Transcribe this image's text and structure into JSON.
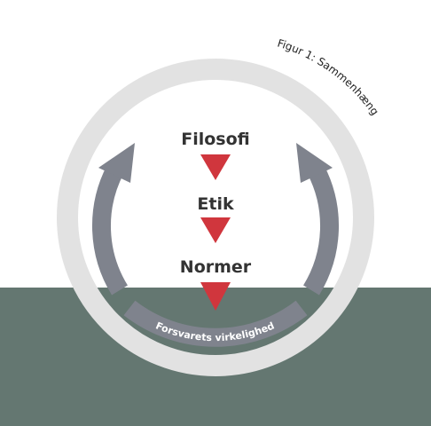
{
  "figure": {
    "caption": "Figur 1: Sammenhæng",
    "levels": [
      {
        "label": "Filosofi"
      },
      {
        "label": "Etik"
      },
      {
        "label": "Normer"
      }
    ],
    "base_label": "Forsvarets virkelighed"
  },
  "colors": {
    "band": "#647771",
    "ring": "#e2e2e2",
    "arrows": "#7f838d",
    "triangles": "#d0363d",
    "label_text": "#333333"
  }
}
